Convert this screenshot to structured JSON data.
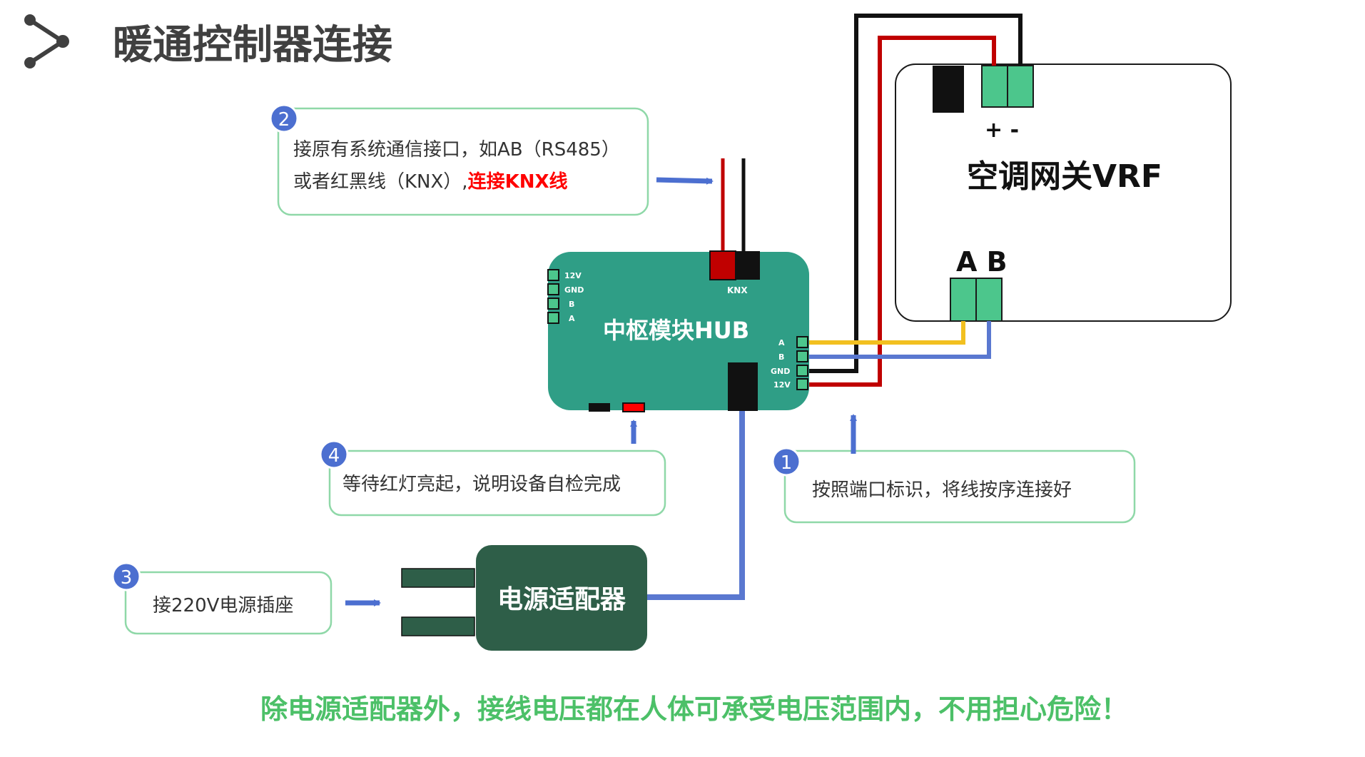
{
  "title": "暖通控制器连接",
  "colors": {
    "hub": "#2f9e86",
    "adapter": "#2e5e48",
    "terminal": "#4cc68c",
    "wire_red": "#c00000",
    "wire_black": "#111111",
    "wire_yellow": "#f2c020",
    "wire_blue": "#5a78d0",
    "callout_border": "#8fd8a8",
    "badge": "#4c6fd0",
    "arrow": "#4c6fd0",
    "highlight_red": "#ff0000",
    "footer_green": "#4cc068"
  },
  "hub": {
    "label": "中枢模块HUB",
    "left_pins": [
      "12V",
      "GND",
      "B",
      "A"
    ],
    "right_pins": [
      "A",
      "B",
      "GND",
      "12V"
    ],
    "knx_label": "KNX"
  },
  "vrf": {
    "label": "空调网关VRF",
    "polarity": "+ -",
    "ab_label": "A B"
  },
  "adapter": {
    "label": "电源适配器"
  },
  "callouts": [
    {
      "number": "2",
      "line1": "接原有系统通信接口，如AB（RS485）",
      "line2_plain": "或者红黑线（KNX）,",
      "line2_highlight": "连接KNX线"
    },
    {
      "number": "4",
      "text": "等待红灯亮起，说明设备自检完成"
    },
    {
      "number": "1",
      "text": "按照端口标识，将线按序连接好"
    },
    {
      "number": "3",
      "text": "接220V电源插座"
    }
  ],
  "footer": "除电源适配器外，接线电压都在人体可承受电压范围内，不用担心危险！"
}
